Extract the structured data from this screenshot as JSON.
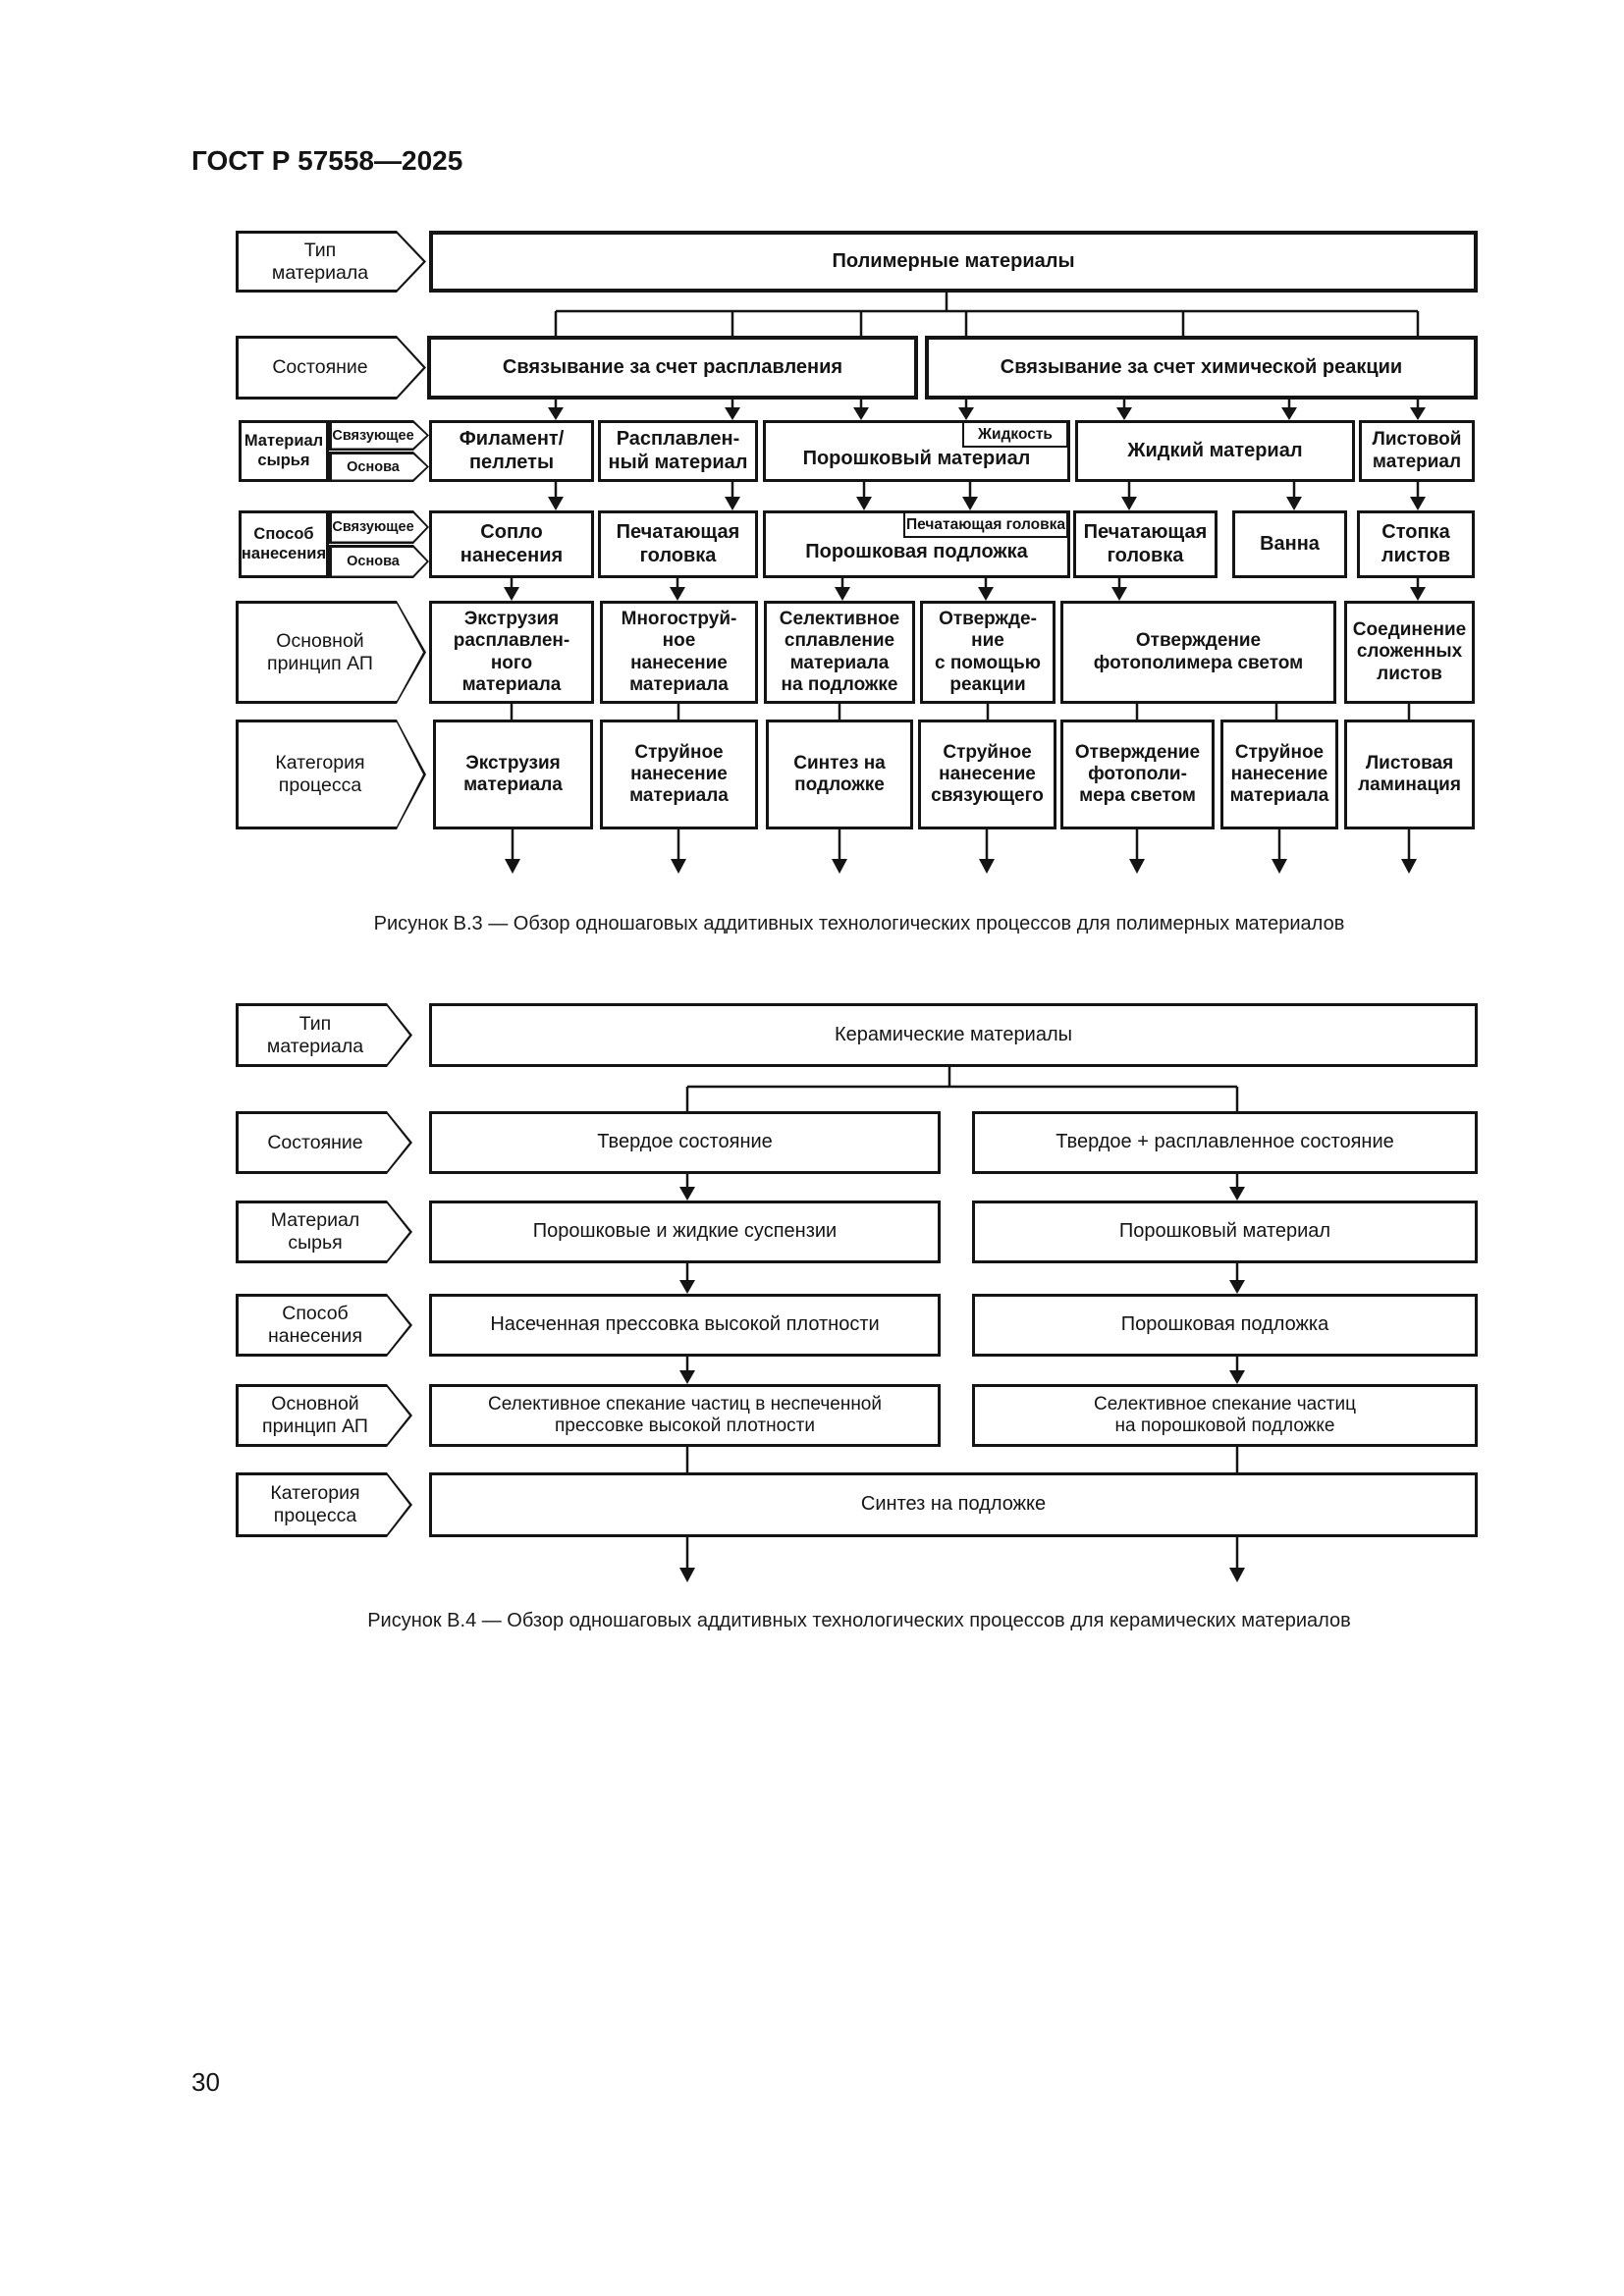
{
  "page": {
    "header": "ГОСТ Р 57558—2025",
    "number": "30"
  },
  "colors": {
    "ink": "#141414",
    "background": "#ffffff"
  },
  "fig3": {
    "caption": "Рисунок В.3 — Обзор одношаговых аддитивных технологических процессов для полимерных материалов",
    "row_labels": {
      "type": "Тип\nматериала",
      "state": "Состояние",
      "feedstock": "Материал\nсырья",
      "binder1": "Связующее",
      "basis1": "Основа",
      "method": "Способ\nнанесения",
      "binder2": "Связующее",
      "basis2": "Основа",
      "principle": "Основной\nпринцип АП",
      "category": "Категория\nпроцесса"
    },
    "r1": {
      "polymer": "Полимерные материалы"
    },
    "r2": {
      "melt": "Связывание за счет расплавления",
      "chem": "Связывание за счет химической реакции"
    },
    "r3": {
      "filament": "Филамент/\nпеллеты",
      "molten": "Расплавлен-\nный материал",
      "powder": "Порошковый материал",
      "liquid_tag": "Жидкость",
      "liquid": "Жидкий материал",
      "sheet": "Листовой\nматериал"
    },
    "r4": {
      "nozzle": "Сопло\nнанесения",
      "printhead1": "Печатающая\nголовка",
      "powderbed": "Порошковая подложка",
      "printhead_tag": "Печатающая головка",
      "printhead2": "Печатающая\nголовка",
      "vat": "Ванна",
      "stack": "Стопка\nлистов"
    },
    "r5": {
      "extrusion": "Экструзия\nрасплавлен-\nного\nматериала",
      "multijet": "Многоструй-\nное\nнанесение\nматериала",
      "fusion": "Селективное\nсплавление\nматериала\nна подложке",
      "cure": "Отвержде-\nние\nс помощью\nреакции",
      "photo": "Отверждение\nфотополимера светом",
      "join": "Соединение\nсложенных\nлистов"
    },
    "r6": {
      "mex": "Экструзия\nматериала",
      "mjt": "Струйное\nнанесение\nматериала",
      "pbf": "Синтез на\nподложке",
      "bjt": "Струйное\nнанесение\nсвязующего",
      "vpp": "Отверждение\nфотополи-\nмера светом",
      "mjt2": "Струйное\nнанесение\nматериала",
      "shl": "Листовая\nламинация"
    }
  },
  "fig4": {
    "caption": "Рисунок В.4 — Обзор одношаговых аддитивных технологических процессов для керамических материалов",
    "row_labels": {
      "type": "Тип\nматериала",
      "state": "Состояние",
      "feedstock": "Материал\nсырья",
      "method": "Способ\nнанесения",
      "principle": "Основной\nпринцип АП",
      "category": "Категория\nпроцесса"
    },
    "r1": {
      "ceramic": "Керамические материалы"
    },
    "r2": {
      "solid": "Твердое состояние",
      "solid_melt": "Твердое + расплавленное состояние"
    },
    "r3": {
      "suspensions": "Порошковые и жидкие суспензии",
      "powder": "Порошковый материал"
    },
    "r4": {
      "compact": "Насеченная прессовка высокой плотности",
      "powderbed": "Порошковая подложка"
    },
    "r5": {
      "sinter_compact": "Селективное спекание частиц в неспеченной\nпрессовке высокой плотности",
      "sinter_bed": "Селективное спекание частиц\nна порошковой подложке"
    },
    "r6": {
      "pbf": "Синтез на подложке"
    }
  }
}
